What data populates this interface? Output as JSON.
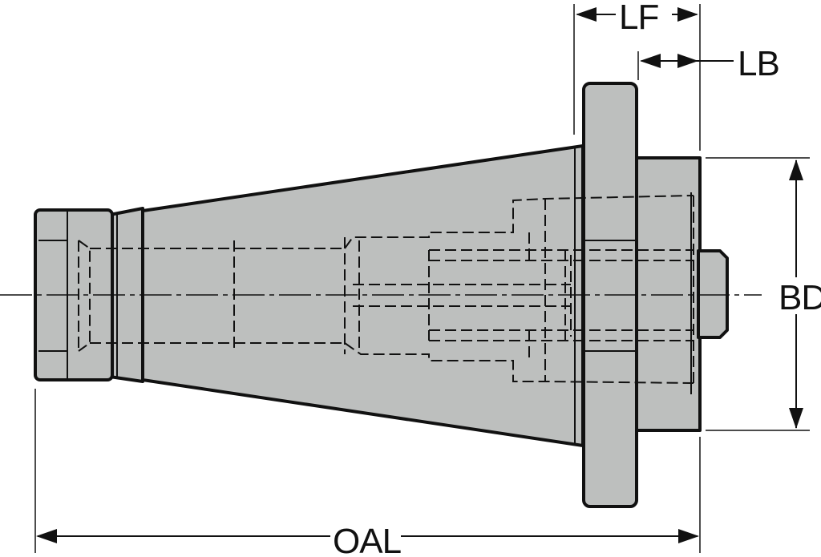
{
  "labels": {
    "lf": "LF",
    "lb": "LB",
    "bd": "BD",
    "oal": "OAL"
  },
  "colors": {
    "body_fill": "#bdbfbe",
    "line": "#111111"
  }
}
